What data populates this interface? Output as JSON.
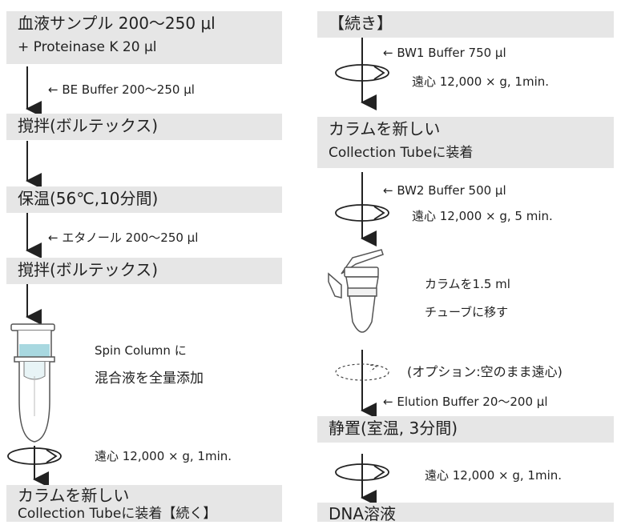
{
  "left": {
    "box1_line1": "血液サンプル 200〜250 μl",
    "box1_line2": "+ Proteinase K 20 μl",
    "add_be": "← BE Buffer 200〜250 μl",
    "box2": "撹拌(ボルテックス)",
    "box3": "保温(56℃,10分間)",
    "add_ethanol": "← エタノール 200〜250 μl",
    "box4": "撹拌(ボルテックス)",
    "spin_column_line1": "Spin Column に",
    "spin_column_line2": "混合液を全量添加",
    "centrifuge": "遠心 12,000 × g, 1min.",
    "box5_line1": "カラムを新しい",
    "box5_line2": "Collection Tubeに装着【続く】"
  },
  "right": {
    "box1": "【続き】",
    "add_bw1": "← BW1 Buffer 750 μl",
    "centrifuge1": "遠心 12,000 × g, 1min.",
    "box2_line1": "カラムを新しい",
    "box2_line2": "Collection Tubeに装着",
    "add_bw2": "← BW2 Buffer 500 μl",
    "centrifuge2": "遠心 12,000 × g, 5 min.",
    "transfer_line1": "カラムを1.5 ml",
    "transfer_line2": "チューブに移す",
    "option": "(オプション:空のまま遠心)",
    "add_elution": "← Elution Buffer 20〜200 μl",
    "box3": "静置(室温, 3分間)",
    "centrifuge3": "遠心 12,000 × g, 1min.",
    "box4": "DNA溶液"
  }
}
